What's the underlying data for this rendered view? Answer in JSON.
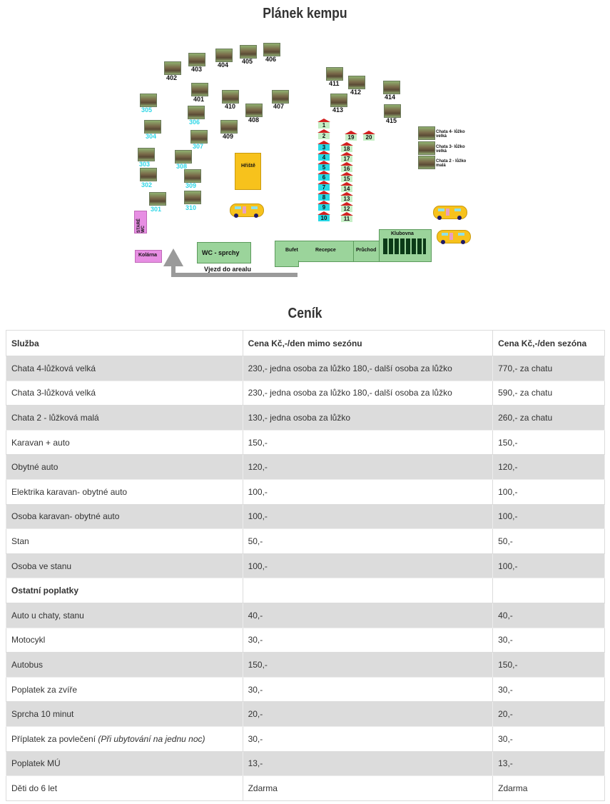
{
  "map_title": "Plánek kempu",
  "price_title": "Ceník",
  "map": {
    "cabins_big": [
      "401",
      "402",
      "403",
      "404",
      "405",
      "406",
      "407",
      "408",
      "409",
      "410"
    ],
    "cabins_mid": [
      "301",
      "302",
      "303",
      "304",
      "305",
      "306",
      "307",
      "308",
      "309",
      "310"
    ],
    "cabins_right": [
      "411",
      "412",
      "413",
      "414",
      "415"
    ],
    "huts_left": [
      "1",
      "2",
      "3",
      "4",
      "5",
      "6",
      "7",
      "8",
      "9",
      "10"
    ],
    "huts_right": [
      "18",
      "17",
      "16",
      "15",
      "14",
      "13",
      "12",
      "11"
    ],
    "huts_top": [
      "19",
      "20"
    ],
    "playground": "Hřiště",
    "old_wc": "STARÉ WC",
    "laundry": "Kolárna",
    "wc_showers": "WC - sprchy",
    "buffet": "Bufet",
    "reception": "Recepce",
    "passage": "Průchod",
    "clubhouse": "Klubovna",
    "entrance": "Vjezd do arealu",
    "legend": [
      "Chata 4- lůžko velká",
      "Chata 3- lůžko velká",
      "Chata 2 - lůžko malá"
    ]
  },
  "table": {
    "headers": [
      "Služba",
      "Cena Kč,-/den mimo sezónu",
      "Cena Kč,-/den sezóna"
    ],
    "rows": [
      {
        "service": "Chata 4-lůžková velká",
        "off": "230,- jedna osoba za lůžko 180,- další osoba za lůžko",
        "season": "770,- za chatu"
      },
      {
        "service": "Chata 3-lůžková velká",
        "off": "230,- jedna osoba za lůžko 180,- další osoba za lůžko",
        "season": "590,- za chatu"
      },
      {
        "service": "Chata 2 - lůžková malá",
        "off": "130,- jedna osoba za lůžko",
        "season": "260,- za chatu"
      },
      {
        "service": "Karavan + auto",
        "off": "150,-",
        "season": "150,-"
      },
      {
        "service": "Obytné auto",
        "off": "120,-",
        "season": "120,-"
      },
      {
        "service": "Elektrika karavan- obytné auto",
        "off": "100,-",
        "season": "100,-"
      },
      {
        "service": "Osoba karavan- obytné auto",
        "off": "100,-",
        "season": "100,-"
      },
      {
        "service": "Stan",
        "off": "50,-",
        "season": "50,-"
      },
      {
        "service": "Osoba ve stanu",
        "off": "100,-",
        "season": "100,-"
      },
      {
        "service": "Ostatní poplatky",
        "off": "",
        "season": ""
      },
      {
        "service": "Auto u chaty, stanu",
        "off": "40,-",
        "season": "40,-"
      },
      {
        "service": "Motocykl",
        "off": "30,-",
        "season": "30,-"
      },
      {
        "service": "Autobus",
        "off": "150,-",
        "season": "150,-"
      },
      {
        "service": "Poplatek za zvíře",
        "off": "30,-",
        "season": "30,-"
      },
      {
        "service": "Sprcha 10 minut",
        "off": "20,-",
        "season": "20,-"
      },
      {
        "service": "Příplatek za povlečení",
        "service_note": "(Při ubytování na jednu noc)",
        "off": "30,-",
        "season": "30,-"
      },
      {
        "service": "Poplatek MÚ",
        "off": "13,-",
        "season": "13,-"
      },
      {
        "service": "Děti do 6 let",
        "off": "Zdarma",
        "season": "Zdarma"
      }
    ]
  }
}
